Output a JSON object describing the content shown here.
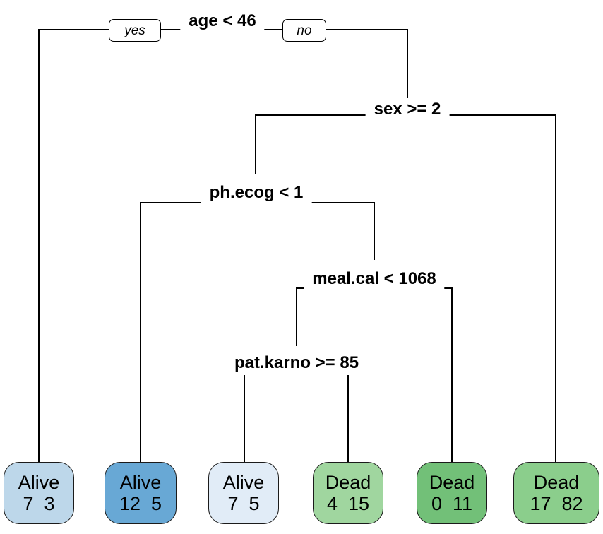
{
  "figure": {
    "type": "decision-tree",
    "branch_labels": {
      "yes": "yes",
      "no": "no"
    },
    "splits": [
      {
        "id": "root",
        "label": "age < 46"
      },
      {
        "id": "sex",
        "label": "sex >= 2"
      },
      {
        "id": "ph_ecog",
        "label": "ph.ecog < 1"
      },
      {
        "id": "meal_cal",
        "label": "meal.cal < 1068"
      },
      {
        "id": "pat_karno",
        "label": "pat.karno >= 85"
      }
    ],
    "leaves": [
      {
        "class": "Alive",
        "counts": "7  3",
        "fill": "#BDD7EA"
      },
      {
        "class": "Alive",
        "counts": "12  5",
        "fill": "#68A8D5"
      },
      {
        "class": "Alive",
        "counts": "7  5",
        "fill": "#E1ECF7"
      },
      {
        "class": "Dead",
        "counts": "4  15",
        "fill": "#A0D69F"
      },
      {
        "class": "Dead",
        "counts": "0  11",
        "fill": "#72C078"
      },
      {
        "class": "Dead",
        "counts": "17  82",
        "fill": "#8BCE8C"
      }
    ],
    "colors": {
      "line": "#000000",
      "label_bg": "#ffffff",
      "text": "#000000"
    }
  }
}
